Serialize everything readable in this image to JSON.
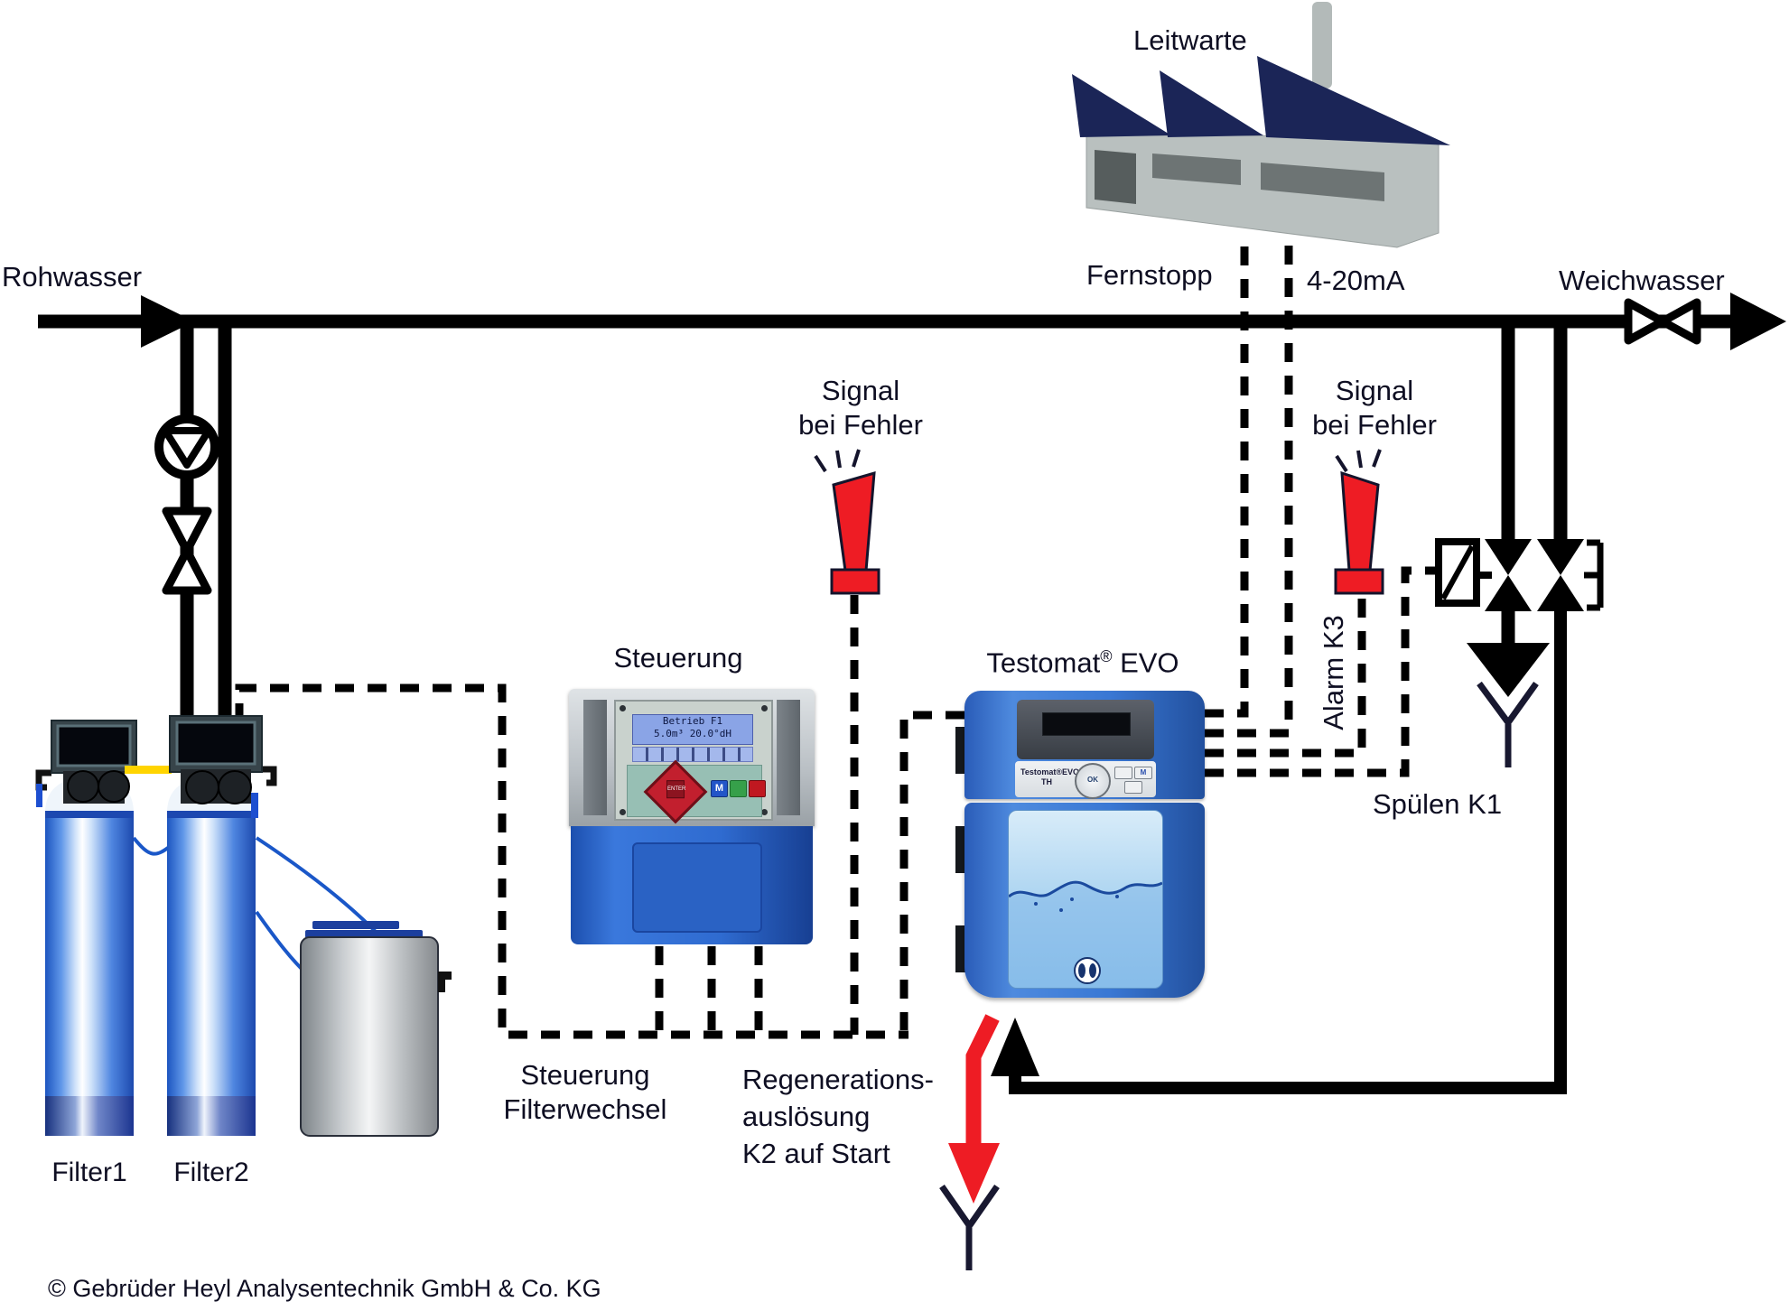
{
  "labels": {
    "rohwasser": "Rohwasser",
    "weichwasser": "Weichwasser",
    "leitwarte": "Leitwarte",
    "fernstopp": "Fernstopp",
    "current_loop": "4-20mA",
    "signal_line1": "Signal",
    "signal_line2": "bei Fehler",
    "alarm_k3": "Alarm K3",
    "spuelen_k1": "Spülen K1",
    "steuerung": "Steuerung",
    "testomat_name": "Testomat",
    "testomat_reg": "®",
    "testomat_evo": " EVO",
    "filter1": "Filter1",
    "filter2": "Filter2",
    "steuerung_filterwechsel_1": "Steuerung",
    "steuerung_filterwechsel_2": "Filterwechsel",
    "regeneration_1": "Regenerations-",
    "regeneration_2": "auslösung",
    "regeneration_3": "K2 auf Start",
    "copyright": "© Gebrüder Heyl Analysentechnik GmbH & Co. KG"
  },
  "steuerung_device": {
    "lcd_line1": "Betrieb F1",
    "lcd_line2": "5.0m³ 20.0°dH",
    "enter_key": "ENTER",
    "m_button": "M"
  },
  "testomat_device": {
    "brand": "Testomat®EVO",
    "model": "TH",
    "ok_button": "OK",
    "m_button": "M"
  },
  "colors": {
    "pipe": "#000000",
    "alarm_red": "#ee1c24",
    "roof_navy": "#1b2557",
    "factory_gray": "#b9c0bf",
    "device_blue": "#2f6bd0",
    "lcd_blue": "#8aa4e6",
    "text": "#0e0e22"
  }
}
